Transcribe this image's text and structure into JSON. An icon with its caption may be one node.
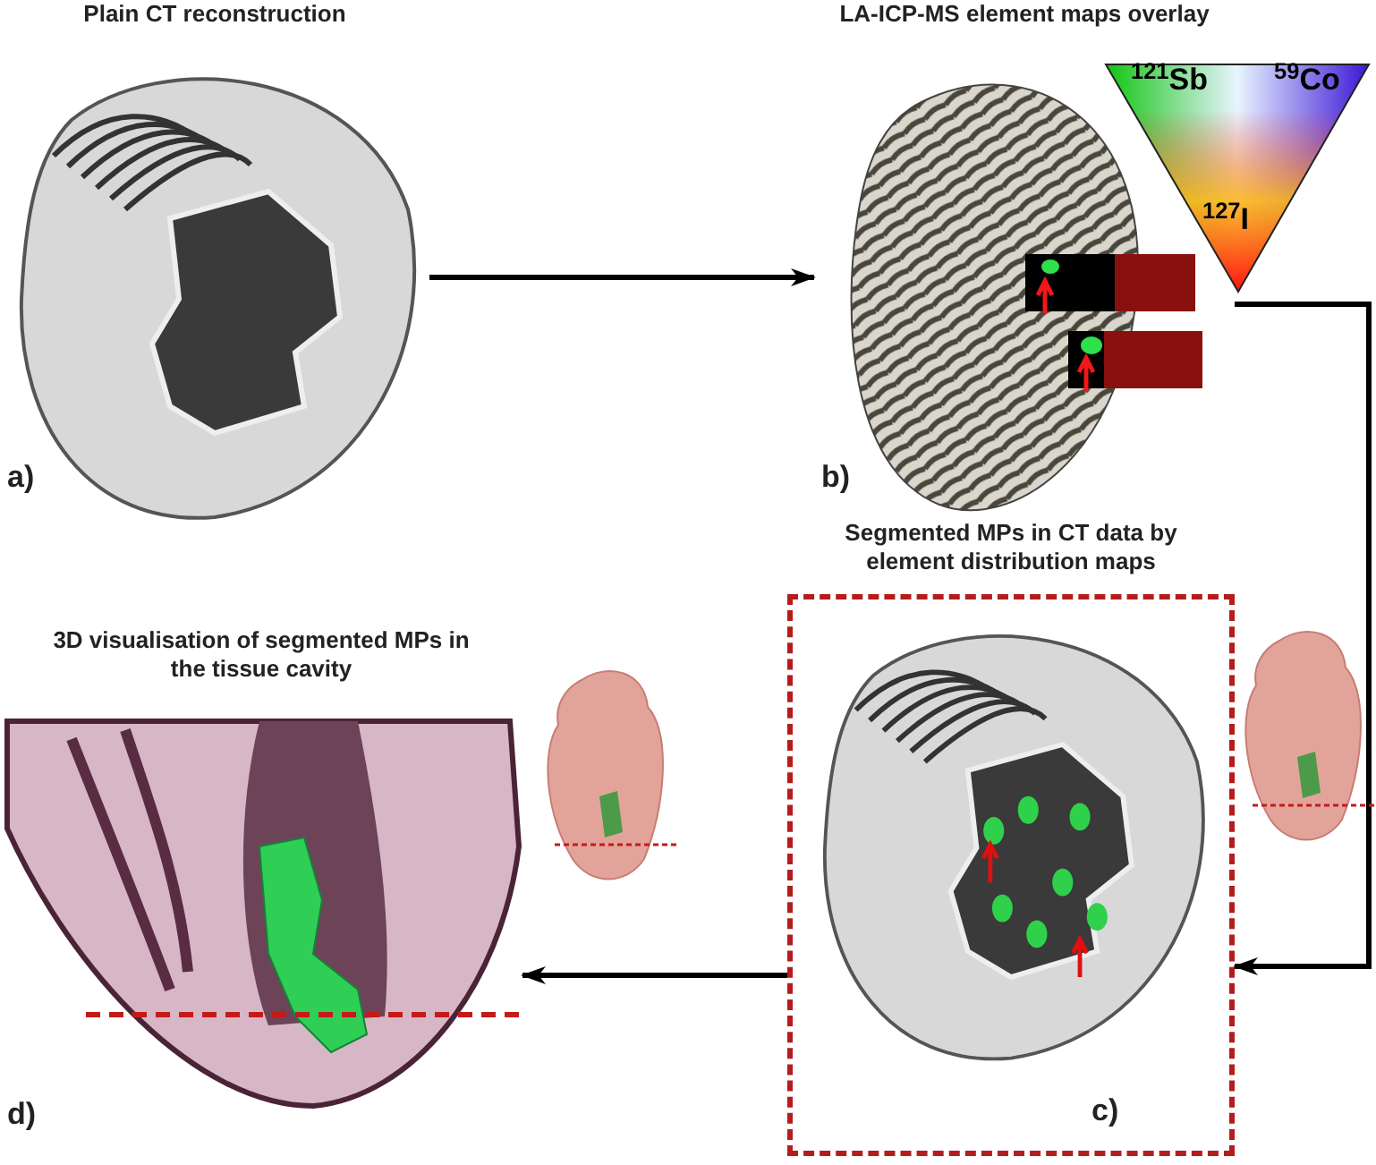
{
  "diagram": {
    "nodes": [
      {
        "text": [
          "Plain CT reconstruction"
        ],
        "beside": [
          "a)"
        ]
      },
      {
        "text": [
          "LA-ICP-MS element maps overlay"
        ],
        "beside": [
          "b)"
        ]
      },
      {
        "text": [
          "Segmented MPs in CT data by element distribution maps",
          "c)"
        ]
      },
      {
        "text": [
          "3D visualisation of segmented MPs in the tissue cavity"
        ],
        "beside": [
          "d)"
        ]
      }
    ],
    "edges": [
      {
        "from": 0,
        "to": 1,
        "arrow": "to"
      },
      {
        "from": 1,
        "to": 2,
        "arrow": "to"
      },
      {
        "from": 2,
        "to": 3,
        "arrow": "to"
      }
    ],
    "labels": [
      "$^{121}$Sb",
      "$^{59}$Co",
      "$^{127}$I"
    ]
  }
}
